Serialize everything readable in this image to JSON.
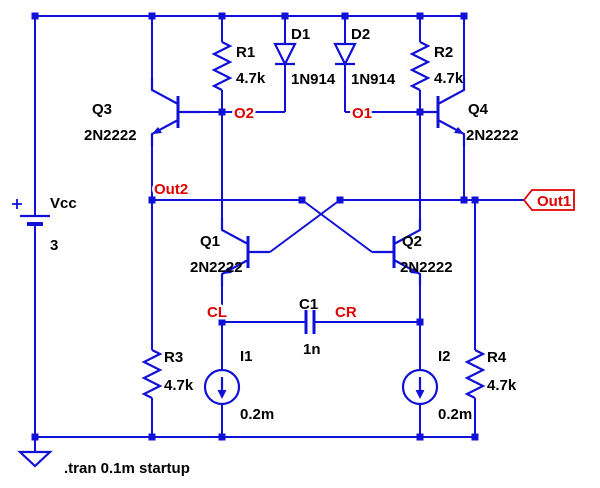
{
  "colors": {
    "background": "#ffffff",
    "wire": "#1010d8",
    "junction": "#1010d8",
    "net_label": "#e00000",
    "component_text": "#000000"
  },
  "components": {
    "V1": {
      "name": "Vcc",
      "value": "3"
    },
    "R1": {
      "name": "R1",
      "value": "4.7k"
    },
    "R2": {
      "name": "R2",
      "value": "4.7k"
    },
    "R3": {
      "name": "R3",
      "value": "4.7k"
    },
    "R4": {
      "name": "R4",
      "value": "4.7k"
    },
    "D1": {
      "name": "D1",
      "value": "1N914"
    },
    "D2": {
      "name": "D2",
      "value": "1N914"
    },
    "Q1": {
      "name": "Q1",
      "value": "2N2222"
    },
    "Q2": {
      "name": "Q2",
      "value": "2N2222"
    },
    "Q3": {
      "name": "Q3",
      "value": "2N2222"
    },
    "Q4": {
      "name": "Q4",
      "value": "2N2222"
    },
    "C1": {
      "name": "C1",
      "value": "1n"
    },
    "I1": {
      "name": "I1",
      "value": "0.2m"
    },
    "I2": {
      "name": "I2",
      "value": "0.2m"
    }
  },
  "nets": {
    "O1": "O1",
    "O2": "O2",
    "Out1": "Out1",
    "Out2": "Out2",
    "CL": "CL",
    "CR": "CR"
  },
  "directive": ".tran 0.1m startup"
}
